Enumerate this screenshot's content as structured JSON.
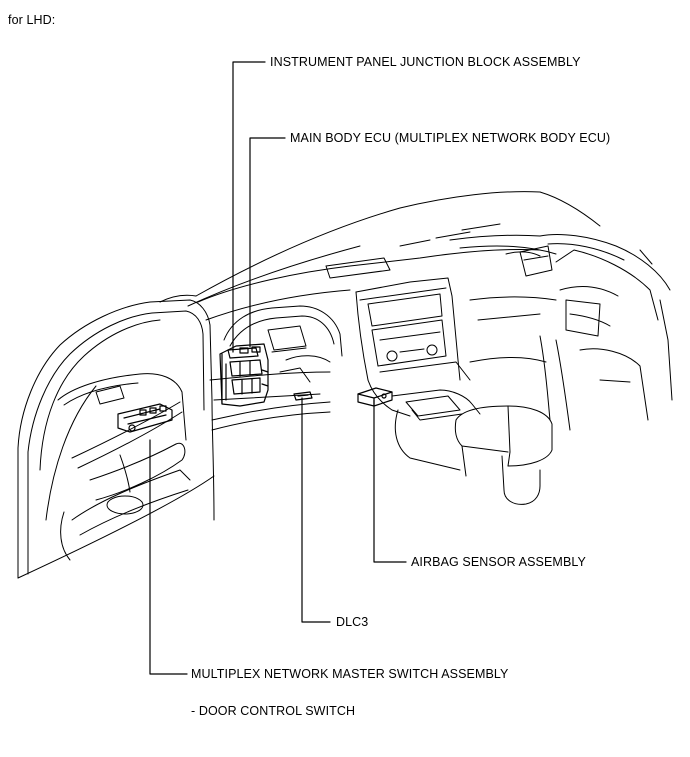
{
  "header": {
    "title": "for LHD:"
  },
  "callouts": {
    "instrument_panel_jb": "INSTRUMENT PANEL JUNCTION BLOCK ASSEMBLY",
    "main_body_ecu": "MAIN BODY ECU (MULTIPLEX NETWORK BODY ECU)",
    "airbag_sensor": "AIRBAG SENSOR ASSEMBLY",
    "dlc3": "DLC3",
    "master_switch": "MULTIPLEX NETWORK MASTER SWITCH ASSEMBLY",
    "door_control_switch": "- DOOR CONTROL SWITCH"
  },
  "colors": {
    "line": "#000000",
    "background": "#ffffff"
  }
}
